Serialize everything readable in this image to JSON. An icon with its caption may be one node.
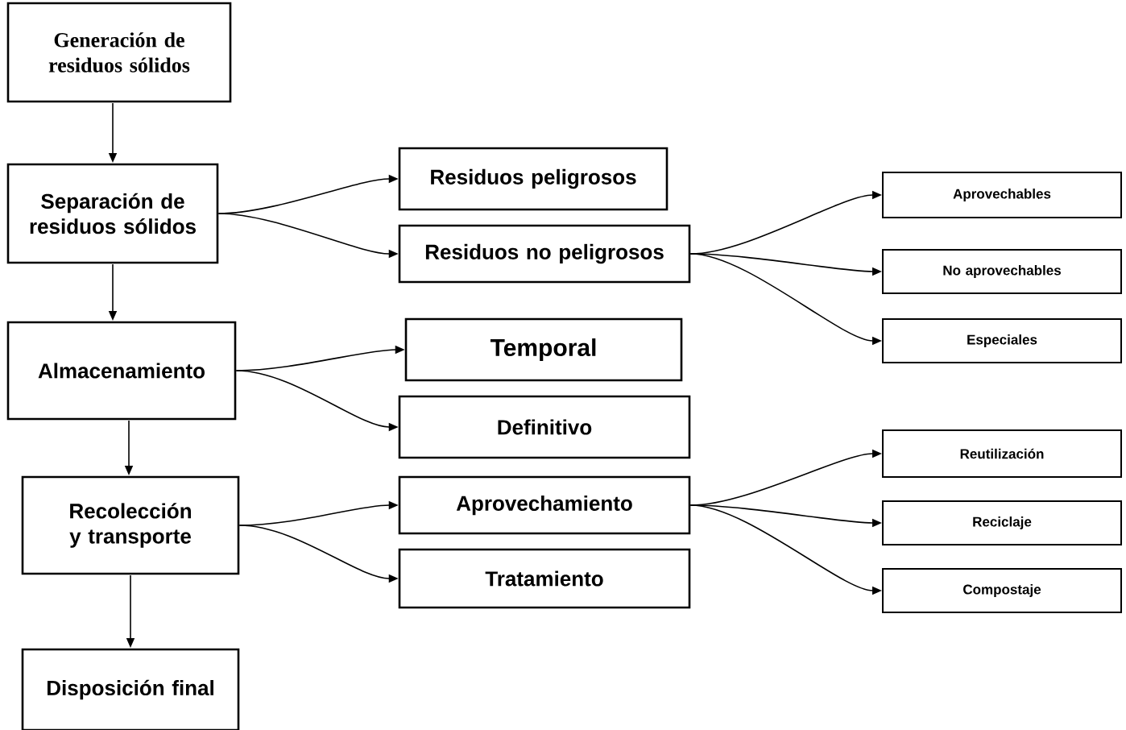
{
  "diagram": {
    "nodes": [
      {
        "text": [
          "Generación de residuos sólidos"
        ]
      },
      {
        "text": [
          "Separación de residuos sólidos"
        ]
      },
      {
        "text": [
          "Residuos peligrosos"
        ]
      },
      {
        "text": [
          "Residuos no peligrosos"
        ]
      },
      {
        "text": [
          "Aprovechables"
        ]
      },
      {
        "text": [
          "No aprovechables"
        ]
      },
      {
        "text": [
          "Especiales"
        ]
      },
      {
        "text": [
          "Almacenamiento"
        ]
      },
      {
        "text": [
          "Temporal"
        ]
      },
      {
        "text": [
          "Definitivo"
        ]
      },
      {
        "text": [
          "Recolección y transporte"
        ]
      },
      {
        "text": [
          "Aprovechamiento"
        ]
      },
      {
        "text": [
          "Tratamiento"
        ]
      },
      {
        "text": [
          "Reutilización"
        ]
      },
      {
        "text": [
          "Reciclaje"
        ]
      },
      {
        "text": [
          "Compostaje"
        ]
      },
      {
        "text": [
          "Disposición final"
        ]
      }
    ],
    "edges": [
      {
        "from": 0,
        "to": 1,
        "arrow": "to"
      },
      {
        "from": 1,
        "to": 2,
        "arrow": "to"
      },
      {
        "from": 1,
        "to": 3,
        "arrow": "to"
      },
      {
        "from": 3,
        "to": 4,
        "arrow": "to"
      },
      {
        "from": 3,
        "to": 5,
        "arrow": "to"
      },
      {
        "from": 3,
        "to": 6,
        "arrow": "to"
      },
      {
        "from": 1,
        "to": 7,
        "arrow": "to"
      },
      {
        "from": 7,
        "to": 8,
        "arrow": "to"
      },
      {
        "from": 7,
        "to": 9,
        "arrow": "to"
      },
      {
        "from": 7,
        "to": 10,
        "arrow": "to"
      },
      {
        "from": 10,
        "to": 11,
        "arrow": "to"
      },
      {
        "from": 10,
        "to": 12,
        "arrow": "to"
      },
      {
        "from": 11,
        "to": 13,
        "arrow": "to"
      },
      {
        "from": 11,
        "to": 14,
        "arrow": "to"
      },
      {
        "from": 11,
        "to": 15,
        "arrow": "to"
      },
      {
        "from": 10,
        "to": 16,
        "arrow": "to"
      }
    ]
  }
}
